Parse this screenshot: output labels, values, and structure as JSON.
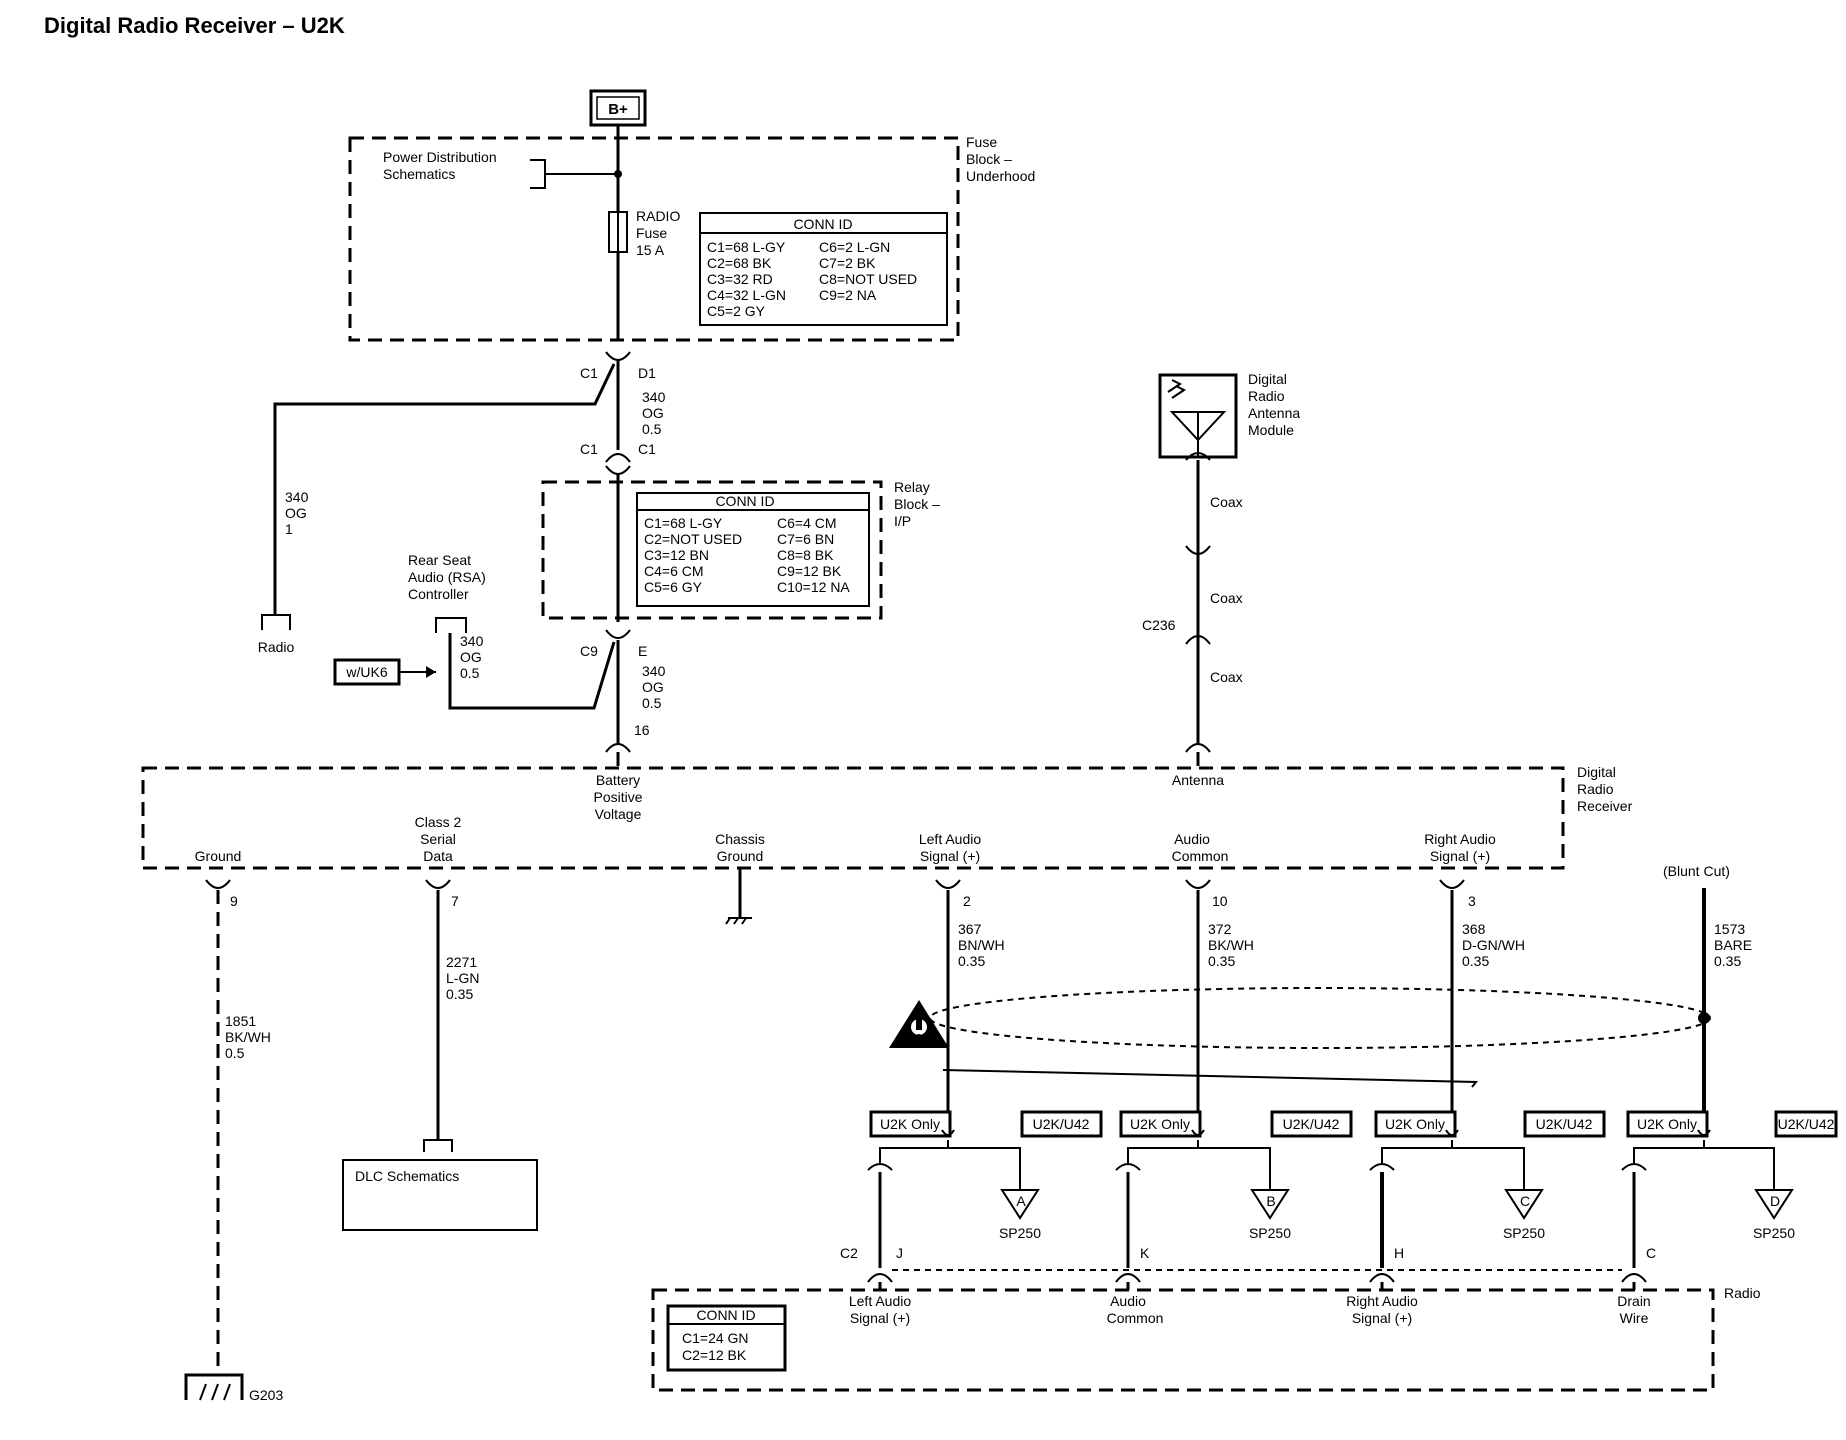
{
  "title": "Digital Radio Receiver – U2K",
  "power": {
    "bplus": "B+",
    "power_dist_1": "Power Distribution",
    "power_dist_2": "Schematics"
  },
  "fuse_block": {
    "label_1": "Fuse",
    "label_2": "Block –",
    "label_3": "Underhood",
    "fuse_1": "RADIO",
    "fuse_2": "Fuse",
    "fuse_3": "15 A",
    "conn_title": "CONN ID",
    "conn_col1": [
      "C1=68 L-GY",
      "C2=68 BK",
      "C3=32 RD",
      "C4=32 L-GN",
      "C5=2 GY"
    ],
    "conn_col2": [
      "C6=2 L-GN",
      "C7=2 BK",
      "C8=NOT USED",
      "C9=2 NA"
    ]
  },
  "relay_block": {
    "label_1": "Relay",
    "label_2": "Block –",
    "label_3": "I/P",
    "conn_title": "CONN ID",
    "conn_col1": [
      "C1=68 L-GY",
      "C2=NOT USED",
      "C3=12 BN",
      "C4=6 CM",
      "C5=6 GY"
    ],
    "conn_col2": [
      "C6=4 CM",
      "C7=6 BN",
      "C8=8 BK",
      "C9=12 BK",
      "C10=12 NA"
    ]
  },
  "connectors": {
    "c1": "C1",
    "d1": "D1",
    "c1b": "C1",
    "c1c": "C1",
    "c9": "C9",
    "e": "E",
    "pin16": "16",
    "c236": "C236",
    "c2": "C2"
  },
  "wires": {
    "w340a_1": "340",
    "w340a_2": "OG",
    "w340a_3": "0.5",
    "w340b_1": "340",
    "w340b_2": "OG",
    "w340b_3": "1",
    "w340c_1": "340",
    "w340c_2": "OG",
    "w340c_3": "0.5",
    "w340d_1": "340",
    "w340d_2": "OG",
    "w340d_3": "0.5",
    "w1851_1": "1851",
    "w1851_2": "BK/WH",
    "w1851_3": "0.5",
    "w2271_1": "2271",
    "w2271_2": "L-GN",
    "w2271_3": "0.35",
    "w367_1": "367",
    "w367_2": "BN/WH",
    "w367_3": "0.35",
    "w372_1": "372",
    "w372_2": "BK/WH",
    "w372_3": "0.35",
    "w368_1": "368",
    "w368_2": "D-GN/WH",
    "w368_3": "0.35",
    "w1573_1": "1573",
    "w1573_2": "BARE",
    "w1573_3": "0.35",
    "coax_1": "Coax",
    "coax_2": "Coax",
    "coax_3": "Coax"
  },
  "components": {
    "radio_ref": "Radio",
    "rsa_1": "Rear Seat",
    "rsa_2": "Audio (RSA)",
    "rsa_3": "Controller",
    "wuk6": "w/UK6",
    "antenna_1": "Digital",
    "antenna_2": "Radio",
    "antenna_3": "Antenna",
    "antenna_4": "Module",
    "dlc": "DLC Schematics",
    "g203": "G203",
    "blunt_cut": "(Blunt Cut)",
    "radio_label": "Radio"
  },
  "receiver": {
    "label_1": "Digital",
    "label_2": "Radio",
    "label_3": "Receiver",
    "batt_1": "Battery",
    "batt_2": "Positive",
    "batt_3": "Voltage",
    "antenna": "Antenna",
    "ground": "Ground",
    "class2_1": "Class 2",
    "class2_2": "Serial",
    "class2_3": "Data",
    "chassis_1": "Chassis",
    "chassis_2": "Ground",
    "left_1": "Left Audio",
    "left_2": "Signal (+)",
    "common_1": "Audio",
    "common_2": "Common",
    "right_1": "Right Audio",
    "right_2": "Signal (+)",
    "pin9": "9",
    "pin7": "7",
    "pin2": "2",
    "pin10": "10",
    "pin3": "3"
  },
  "options": {
    "u2k_only": "U2K Only",
    "u2k_u42": "U2K/U42",
    "sp250": "SP250",
    "a": "A",
    "b": "B",
    "c": "C",
    "d": "D"
  },
  "radio": {
    "conn_title": "CONN ID",
    "conn_rows": [
      "C1=24 GN",
      "C2=12 BK"
    ],
    "pin_j": "J",
    "pin_k": "K",
    "pin_h": "H",
    "pin_c": "C",
    "left_1": "Left Audio",
    "left_2": "Signal (+)",
    "common_1": "Audio",
    "common_2": "Common",
    "right_1": "Right Audio",
    "right_2": "Signal (+)",
    "drain_1": "Drain",
    "drain_2": "Wire"
  }
}
